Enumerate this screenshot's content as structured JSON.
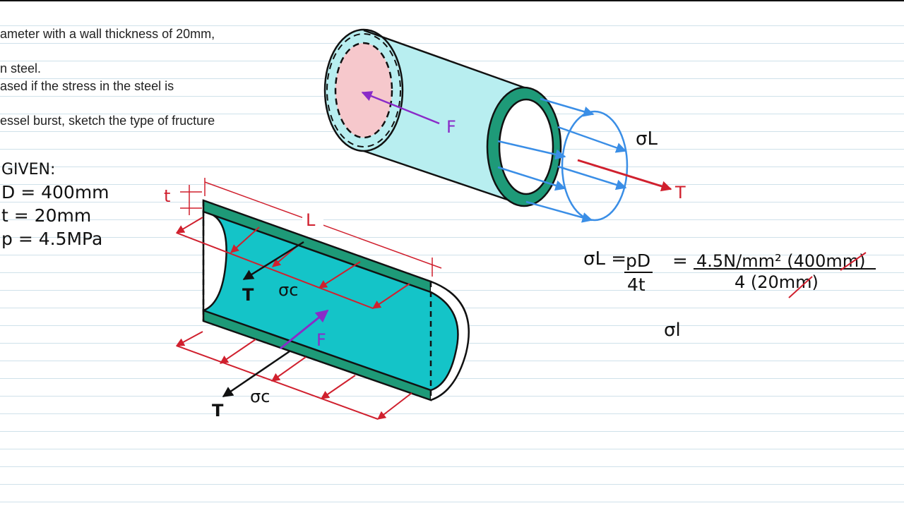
{
  "problem": {
    "lines": [
      "ameter with a wall thickness of 20mm,",
      "n steel.",
      "ased if the stress in the steel is",
      "essel burst, sketch the type of fructure"
    ]
  },
  "given": {
    "heading": "GIVEN:",
    "items": [
      {
        "symbol": "D",
        "value": "= 400mm"
      },
      {
        "symbol": "t",
        "value": "= 20mm"
      },
      {
        "symbol": "p",
        "value": "= 4.5MPa"
      }
    ]
  },
  "top_diagram": {
    "force_label": "F",
    "stress_label": "σL",
    "tension_label": "T"
  },
  "bottom_diagram": {
    "thickness_label": "t",
    "length_label": "L",
    "tension_top": "T",
    "stress_top": "σc",
    "force_label": "F",
    "tension_bottom": "T",
    "stress_bottom": "σc"
  },
  "equation": {
    "lhs": "σL =",
    "frac_num": "pD",
    "frac_den": "4t",
    "equals": "=",
    "sub_num": "4.5N/mm² (400mm)",
    "sub_den": "4 (20mm)",
    "partial": "σl"
  },
  "colors": {
    "red": "#d0202e",
    "blue": "#3a8ee6",
    "purple": "#8a2bc8",
    "teal_fill": "#14c4c8",
    "teal_dark": "#1e9a78",
    "cyan_fill": "#b8eef0",
    "pink_fill": "#f6c8cc"
  }
}
